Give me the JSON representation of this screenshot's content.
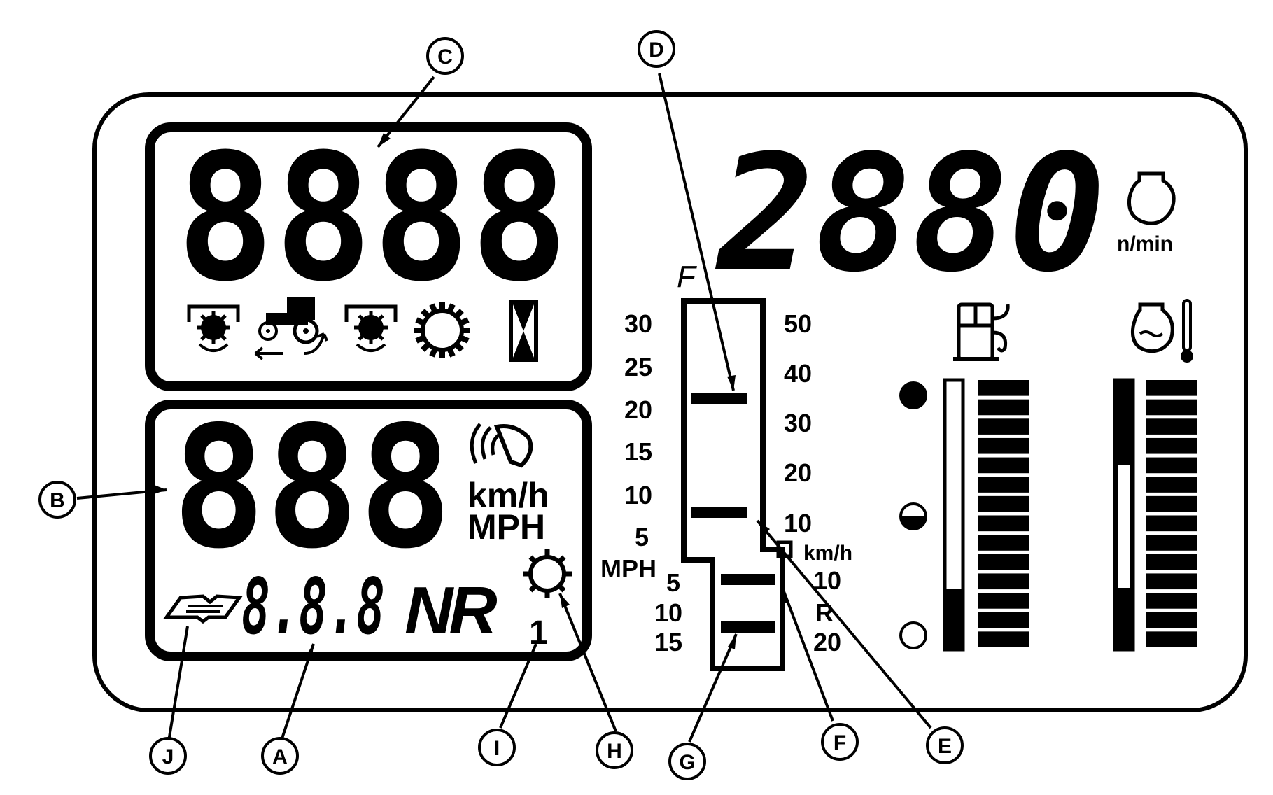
{
  "panel": {
    "upper_display": {
      "digits": "8888"
    },
    "speed_display": {
      "digits": "888",
      "unit_primary": "km/h",
      "unit_secondary": "MPH",
      "service_digits": "8.8.8",
      "direction_text": "NR",
      "gear_number": "1"
    },
    "rpm_display": {
      "digits": "2880",
      "unit": "n/min"
    },
    "speed_scale": {
      "top_letter": "F",
      "mph_forward": [
        "30",
        "25",
        "20",
        "15",
        "10",
        "5"
      ],
      "mph_label": "MPH",
      "mph_reverse": [
        "5",
        "10",
        "15"
      ],
      "kmh_forward": [
        "50",
        "40",
        "30",
        "20",
        "10"
      ],
      "kmh_label": "km/h",
      "kmh_reverse": [
        "10",
        "R",
        "20"
      ]
    }
  },
  "callouts": {
    "A": "A",
    "B": "B",
    "C": "C",
    "D": "D",
    "E": "E",
    "F": "F",
    "G": "G",
    "H": "H",
    "I": "I",
    "J": "J"
  },
  "icons": [
    "pto-front-icon",
    "tractor-direction-icon",
    "pto-rear-icon",
    "gear-icon",
    "hourglass-icon",
    "radar-icon",
    "service-book-icon",
    "gear-indicator-icon",
    "engine-icon",
    "fuel-pump-icon",
    "coolant-temperature-icon",
    "fuel-full-indicator-icon",
    "fuel-half-indicator-icon",
    "fuel-empty-indicator-icon"
  ]
}
